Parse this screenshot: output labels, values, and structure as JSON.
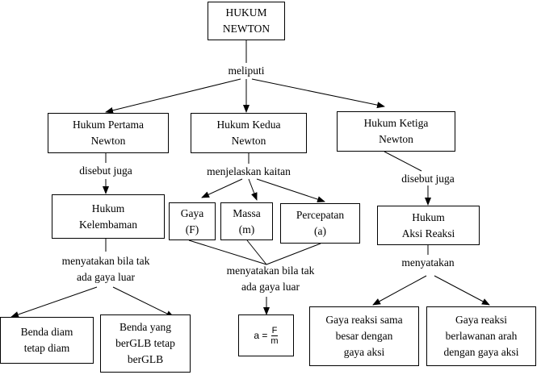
{
  "root": {
    "line1": "HUKUM",
    "line2": "NEWTON"
  },
  "connector_root": "meliputi",
  "law1": {
    "title": {
      "line1": "Hukum Pertama",
      "line2": "Newton"
    },
    "connector": "disebut juga",
    "alias": {
      "line1": "Hukum",
      "line2": "Kelembaman"
    },
    "statement": {
      "line1": "menyatakan bila tak",
      "line2": "ada gaya luar"
    },
    "outcomes": [
      {
        "line1": "Benda diam",
        "line2": "tetap diam"
      },
      {
        "line1": "Benda yang",
        "line2": "berGLB tetap",
        "line3": "berGLB"
      }
    ]
  },
  "law2": {
    "title": {
      "line1": "Hukum Kedua",
      "line2": "Newton"
    },
    "connector": "menjelaskan kaitan",
    "quantities": [
      {
        "line1": "Gaya",
        "line2": "(F)"
      },
      {
        "line1": "Massa",
        "line2": "(m)"
      },
      {
        "line1": "Percepatan",
        "line2": "(a)"
      }
    ],
    "statement": {
      "line1": "menyatakan bila tak",
      "line2": "ada gaya luar"
    },
    "formula": {
      "lhs": "a =",
      "numerator": "F",
      "denominator": "m"
    }
  },
  "law3": {
    "title": {
      "line1": "Hukum Ketiga",
      "line2": "Newton"
    },
    "connector": "disebut juga",
    "alias": {
      "line1": "Hukum",
      "line2": "Aksi Reaksi"
    },
    "statement": "menyatakan",
    "outcomes": [
      {
        "line1": "Gaya reaksi sama",
        "line2": "besar dengan",
        "line3": "gaya aksi"
      },
      {
        "line1": "Gaya reaksi",
        "line2": "berlawanan arah",
        "line3": "dengan gaya aksi"
      }
    ]
  }
}
